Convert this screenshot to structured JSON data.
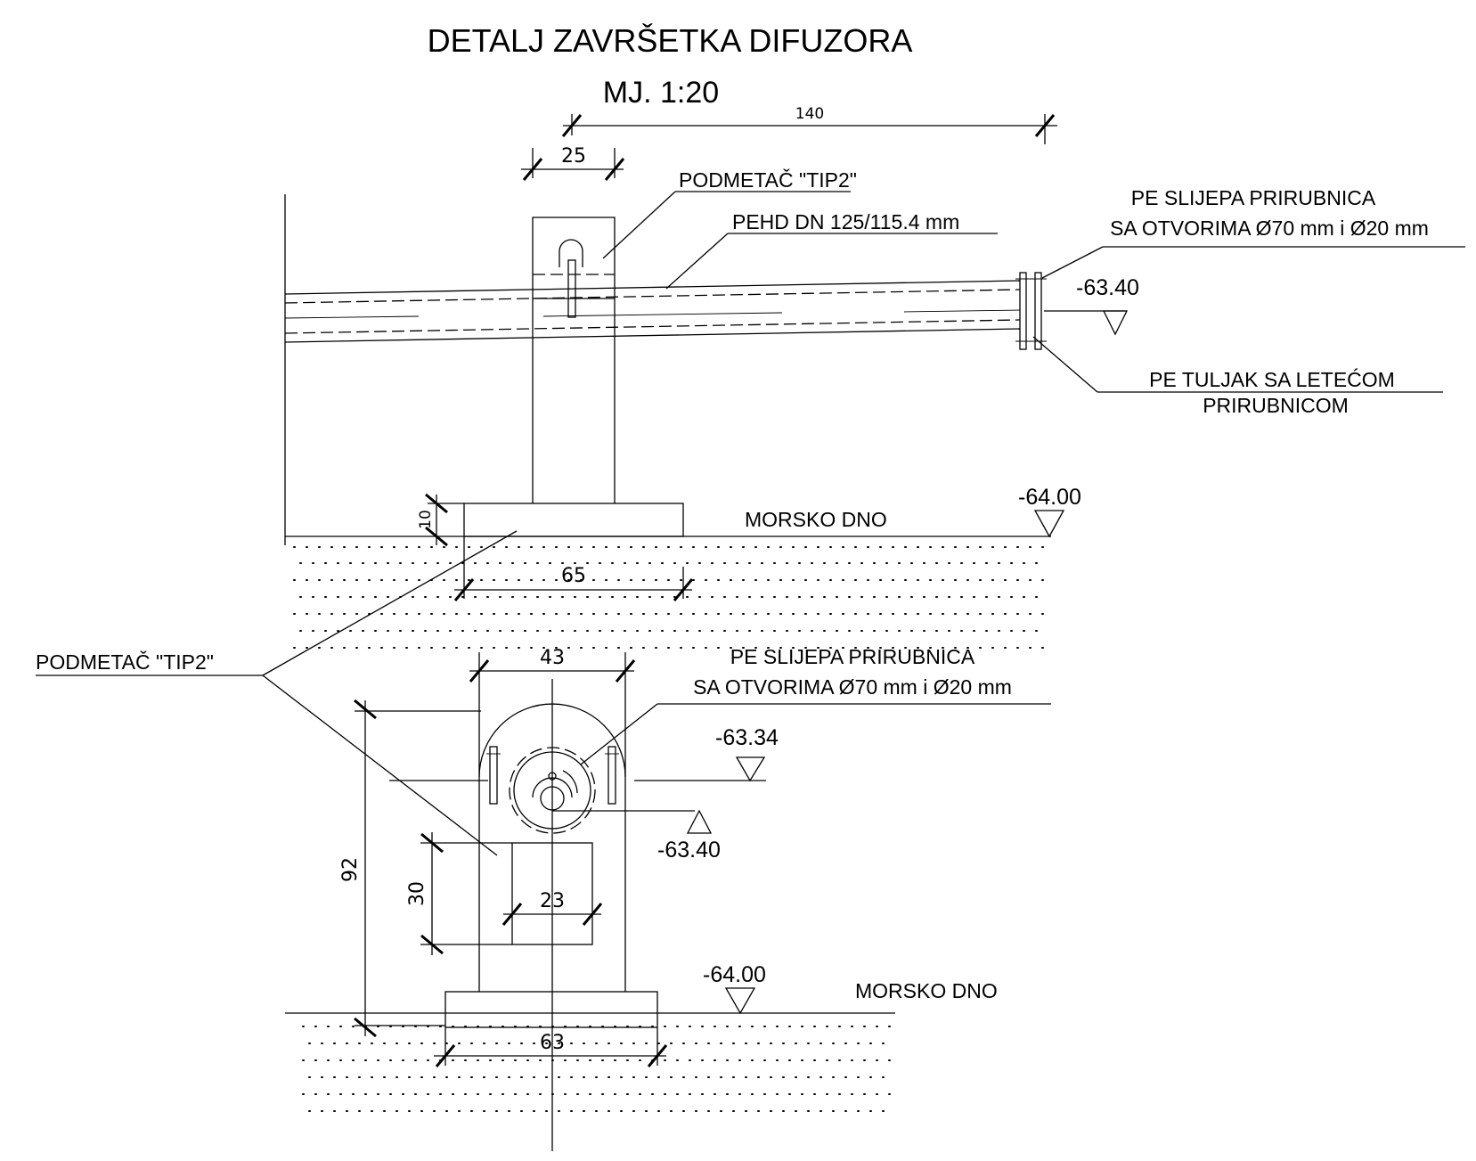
{
  "title": "DETALJ ZAVRŠETKA DIFUZORA",
  "scale": "MJ. 1:20",
  "side_view": {
    "dim_total": "140",
    "dim_post_width": "25",
    "dim_base_height": "10",
    "dim_base_width": "65",
    "label_spacer": "PODMETAČ \"TIP2\"",
    "label_pipe": "PEHD DN 125/115.4 mm",
    "label_flange_line1": "PE SLIJEPA PRIRUBNICA",
    "label_flange_line2": "SA OTVORIMA Ø70 mm i Ø20 mm",
    "label_stub_line1": "PE TULJAK SA LETEĆOM",
    "label_stub_line2": "PRIRUBNICOM",
    "level_pipe": "-63.40",
    "level_seabed": "-64.00",
    "label_seabed": "MORSKO DNO"
  },
  "front_view": {
    "label_spacer": "PODMETAČ \"TIP2\"",
    "dim_width_top": "43",
    "dim_height_total": "92",
    "dim_opening_height": "30",
    "dim_opening_width": "23",
    "dim_base_width": "63",
    "label_flange_line1": "PE SLIJEPA PRIRUBNICA",
    "label_flange_line2": "SA OTVORIMA Ø70 mm i Ø20 mm",
    "level_axis": "-63.34",
    "level_hole": "-63.40",
    "level_seabed": "-64.00",
    "label_seabed": "MORSKO DNO"
  }
}
